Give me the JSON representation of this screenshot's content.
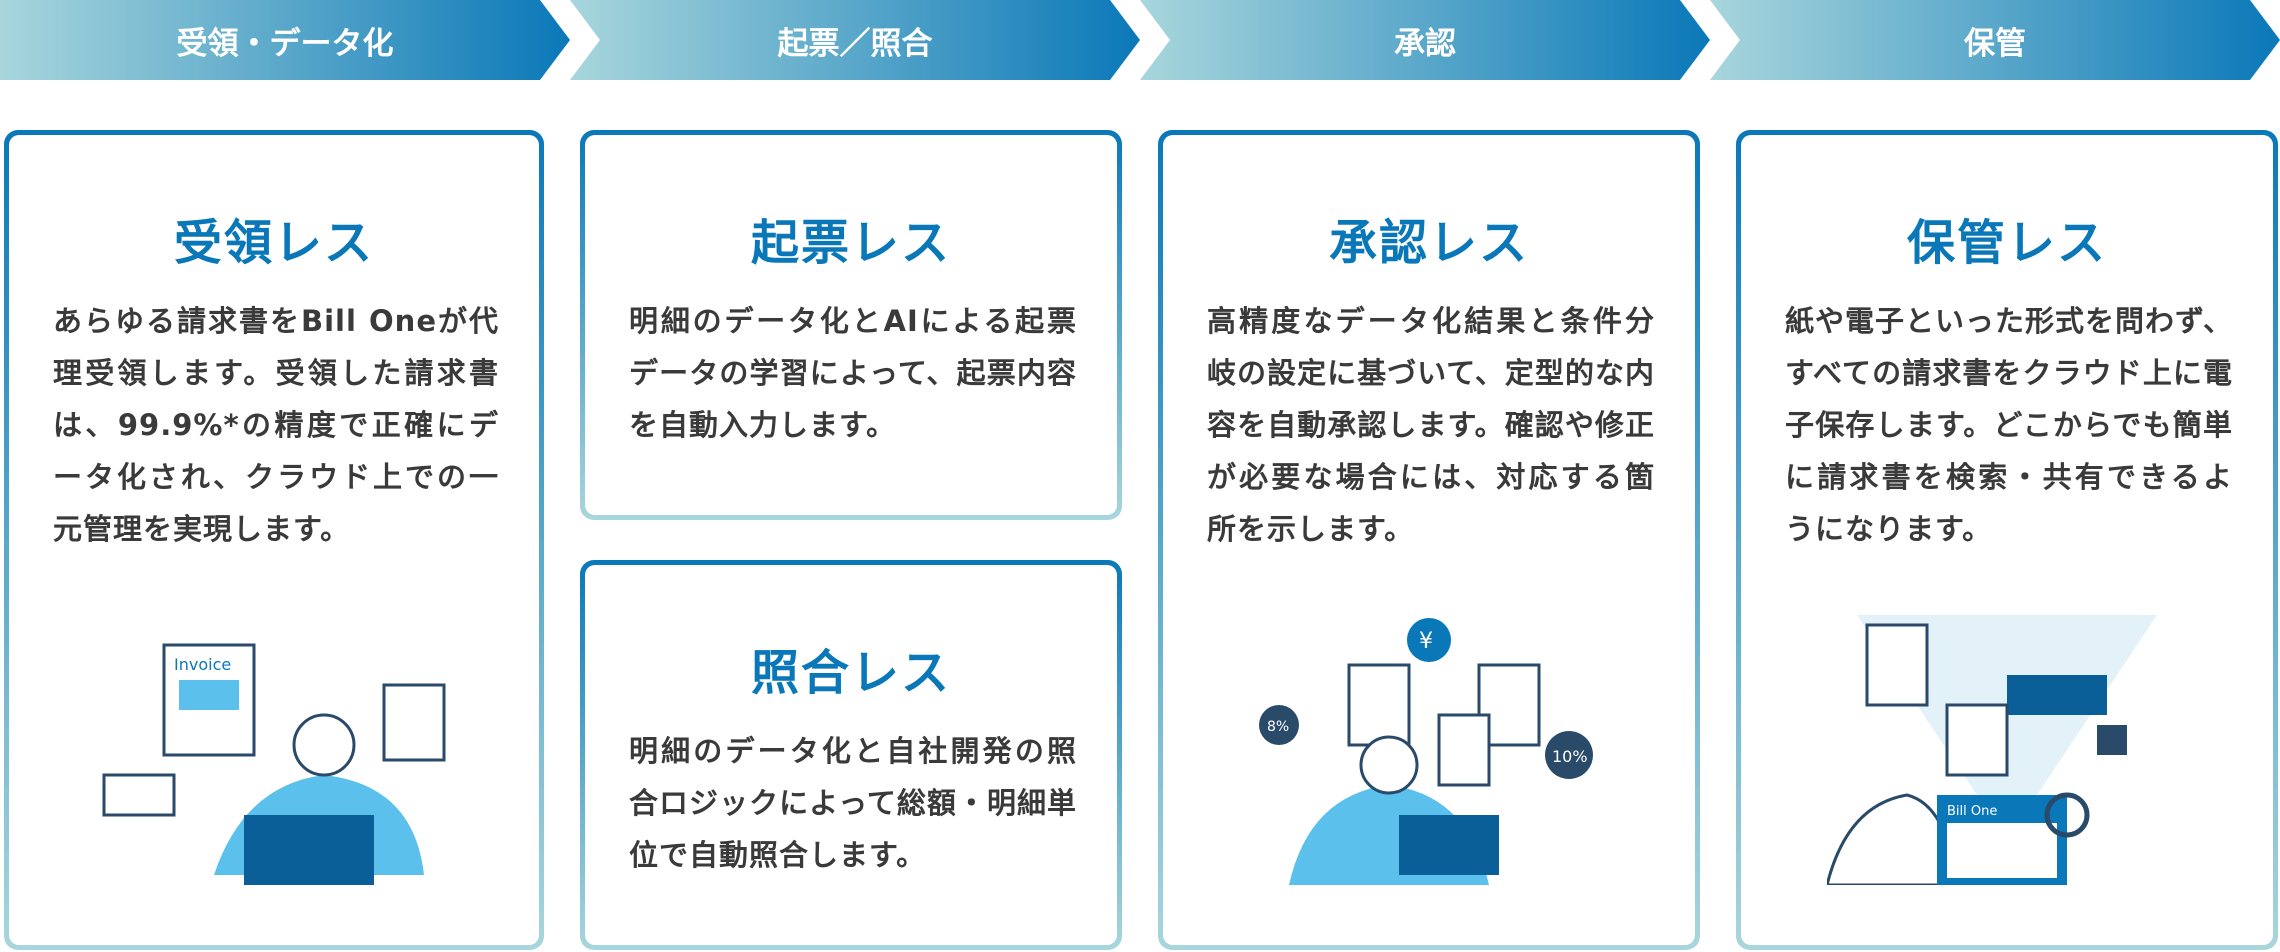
{
  "steps": [
    "受領・データ化",
    "起票／照合",
    "承認",
    "保管"
  ],
  "cards": [
    {
      "title": "受領レス",
      "body": "あらゆる請求書をBill Oneが代理受領します。受領した請求書は、99.9%*の精度で正確にデータ化され、クラウド上での一元管理を実現します。"
    },
    {
      "title": "起票レス",
      "body": "明細のデータ化とAIによる起票データの学習によって、起票内容を自動入力します。"
    },
    {
      "title": "照合レス",
      "body": "明細のデータ化と自社開発の照合ロジックによって総額・明細単位で自動照合します。"
    },
    {
      "title": "承認レス",
      "body": "高精度なデータ化結果と条件分岐の設定に基づいて、定型的な内容を自動承認します。確認や修正が必要な場合には、対応する箇所を示します。"
    },
    {
      "title": "保管レス",
      "body": "紙や電子といった形式を問わず、すべての請求書をクラウド上に電子保存します。どこからでも簡単に請求書を検索・共有できるようになります。"
    }
  ],
  "illustrations": {
    "invoice_label": "Invoice",
    "yen": "¥",
    "tax8": "8%",
    "tax10": "10%",
    "brand": "Bill One"
  }
}
